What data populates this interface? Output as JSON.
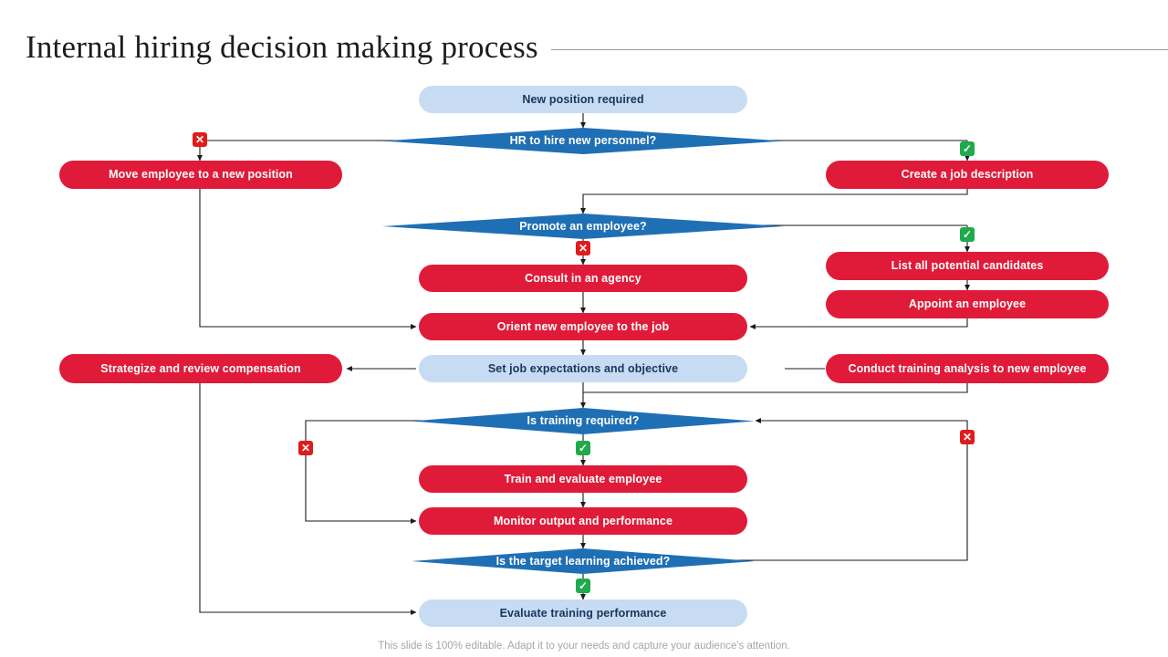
{
  "header": {
    "title": "Internal hiring decision making process"
  },
  "footer": {
    "note": "This slide is 100% editable. Adapt it to your needs and capture your audience's attention."
  },
  "colors": {
    "red": "#e01b39",
    "blue_dark": "#1f6fb5",
    "blue_light": "#c7dcf2",
    "marker_no": "#e01b1b",
    "marker_yes": "#1faa4b",
    "title_text": "#1d1d1d",
    "footer_text": "#a6a6a6",
    "connector": "#1a1a1a"
  },
  "flow": {
    "nodes": [
      {
        "id": "new-position-required",
        "label": "New position required",
        "shape": "pill",
        "style": "blue-light"
      },
      {
        "id": "hr-to-hire-new-personnel",
        "label": "HR to hire new personnel?",
        "shape": "diamond",
        "style": "decision"
      },
      {
        "id": "move-employee-new-position",
        "label": "Move employee to a new position",
        "shape": "pill",
        "style": "red"
      },
      {
        "id": "create-a-job-description",
        "label": "Create a job description",
        "shape": "pill",
        "style": "red"
      },
      {
        "id": "promote-an-employee",
        "label": "Promote an employee?",
        "shape": "diamond",
        "style": "decision"
      },
      {
        "id": "consult-in-an-agency",
        "label": "Consult in an agency",
        "shape": "pill",
        "style": "red"
      },
      {
        "id": "list-all-potential-candidates",
        "label": "List all potential candidates",
        "shape": "pill",
        "style": "red"
      },
      {
        "id": "appoint-an-employee",
        "label": "Appoint an employee",
        "shape": "pill",
        "style": "red"
      },
      {
        "id": "orient-new-employee-job",
        "label": "Orient new employee to the job",
        "shape": "pill",
        "style": "red"
      },
      {
        "id": "strategize-review-compensation",
        "label": "Strategize and review compensation",
        "shape": "pill",
        "style": "red"
      },
      {
        "id": "set-job-expectations",
        "label": "Set job expectations and objective",
        "shape": "pill",
        "style": "blue-light"
      },
      {
        "id": "conduct-training-analysis",
        "label": "Conduct training analysis to new employee",
        "shape": "pill",
        "style": "red"
      },
      {
        "id": "is-training-required",
        "label": "Is training required?",
        "shape": "diamond",
        "style": "decision"
      },
      {
        "id": "train-and-evaluate-employee",
        "label": "Train and evaluate employee",
        "shape": "pill",
        "style": "red"
      },
      {
        "id": "monitor-output-performance",
        "label": "Monitor output and performance",
        "shape": "pill",
        "style": "red"
      },
      {
        "id": "is-target-learning-achieved",
        "label": "Is the target learning achieved?",
        "shape": "diamond",
        "style": "decision"
      },
      {
        "id": "evaluate-training-performance",
        "label": "Evaluate training performance",
        "shape": "pill",
        "style": "blue-light"
      }
    ],
    "markers": [
      {
        "id": "marker-hr-no",
        "kind": "no",
        "glyph": "✕",
        "for": "hr-to-hire-new-personnel"
      },
      {
        "id": "marker-hr-yes",
        "kind": "yes",
        "glyph": "✓",
        "for": "hr-to-hire-new-personnel"
      },
      {
        "id": "marker-promote-no",
        "kind": "no",
        "glyph": "✕",
        "for": "promote-an-employee"
      },
      {
        "id": "marker-promote-yes",
        "kind": "yes",
        "glyph": "✓",
        "for": "promote-an-employee"
      },
      {
        "id": "marker-training-no",
        "kind": "no",
        "glyph": "✕",
        "for": "is-training-required"
      },
      {
        "id": "marker-training-yes",
        "kind": "yes",
        "glyph": "✓",
        "for": "is-training-required"
      },
      {
        "id": "marker-target-no",
        "kind": "no",
        "glyph": "✕",
        "for": "is-target-learning-achieved"
      },
      {
        "id": "marker-target-yes",
        "kind": "yes",
        "glyph": "✓",
        "for": "is-target-learning-achieved"
      }
    ]
  }
}
